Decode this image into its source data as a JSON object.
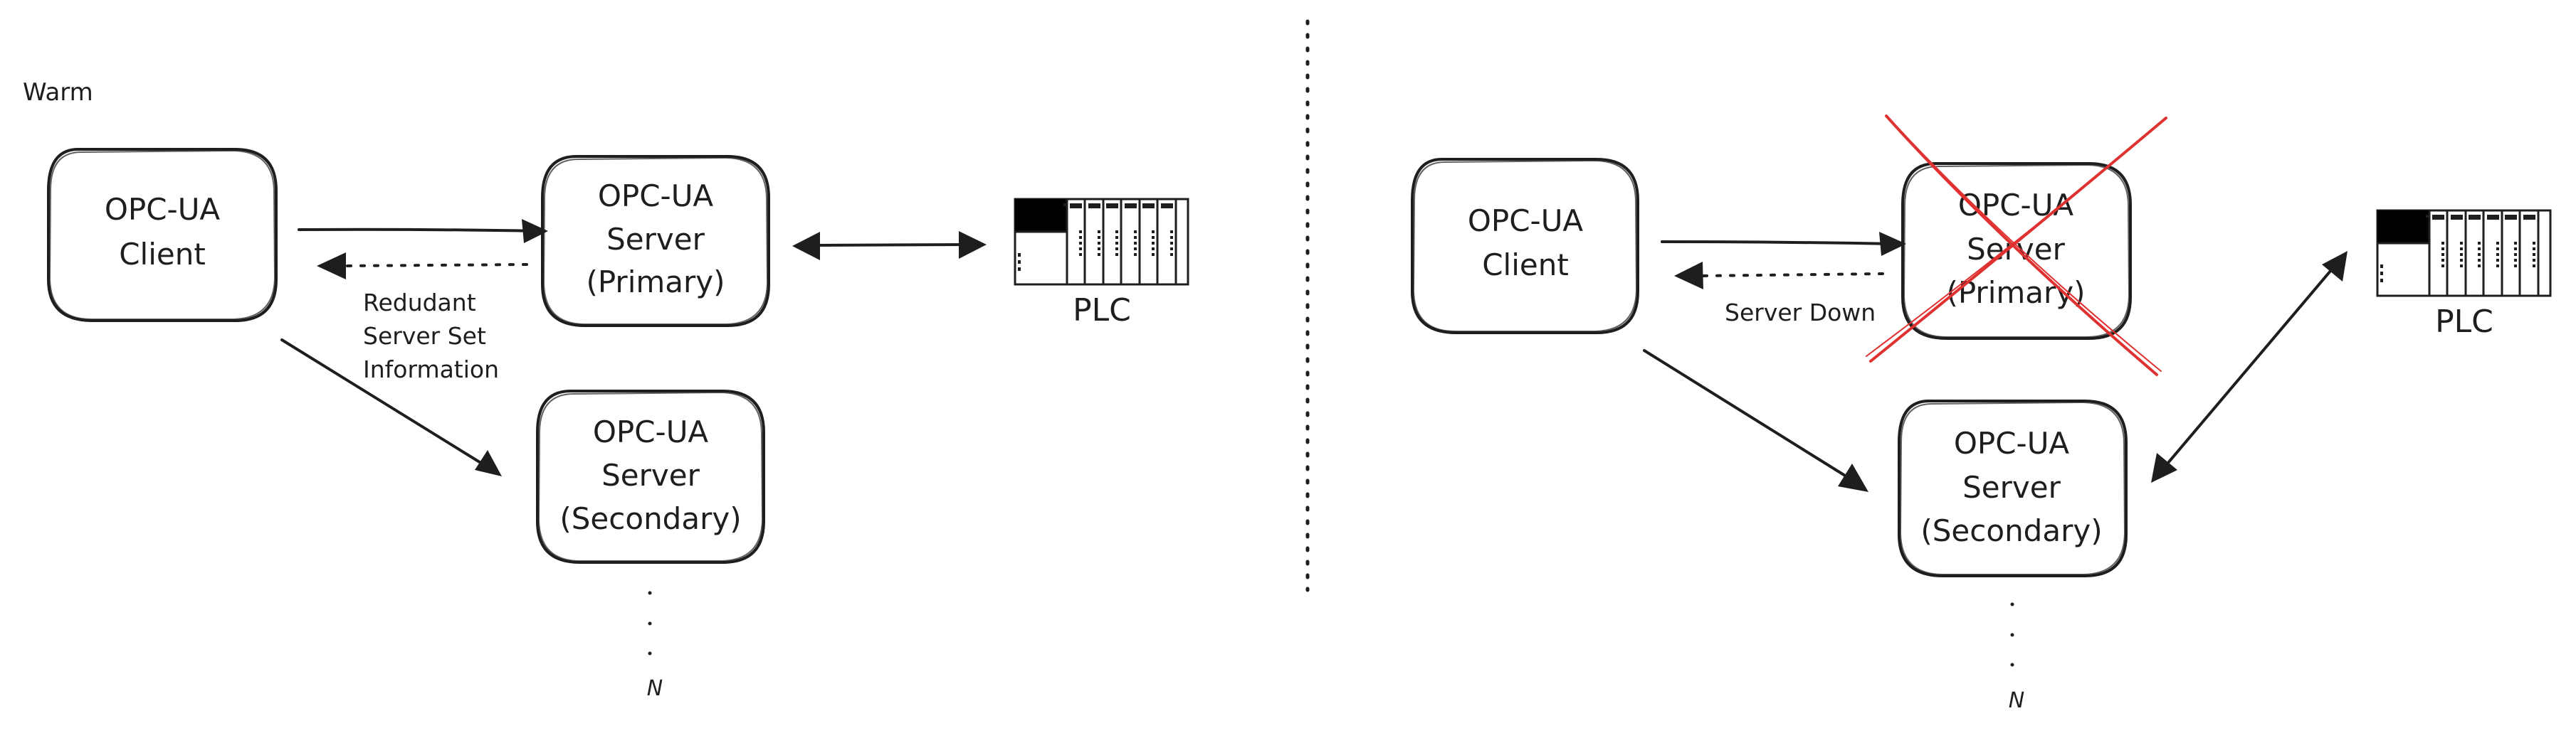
{
  "title": "Warm",
  "left": {
    "client": [
      "OPC-UA",
      "Client"
    ],
    "primary": [
      "OPC-UA",
      "Server",
      "(Primary)"
    ],
    "secondary": [
      "OPC-UA",
      "Server",
      "(Secondary)"
    ],
    "note": [
      "Redudant",
      "Server Set",
      "Information"
    ],
    "plc_label": "PLC",
    "n_label": "N"
  },
  "right": {
    "client": [
      "OPC-UA",
      "Client"
    ],
    "primary": [
      "OPC-UA",
      "Server",
      "(Primary)"
    ],
    "secondary": [
      "OPC-UA",
      "Server",
      "(Secondary)"
    ],
    "note": "Server Down",
    "plc_label": "PLC",
    "n_label": "N"
  },
  "colors": {
    "stroke": "#1e1e1e",
    "failure_cross": "#e03131"
  }
}
